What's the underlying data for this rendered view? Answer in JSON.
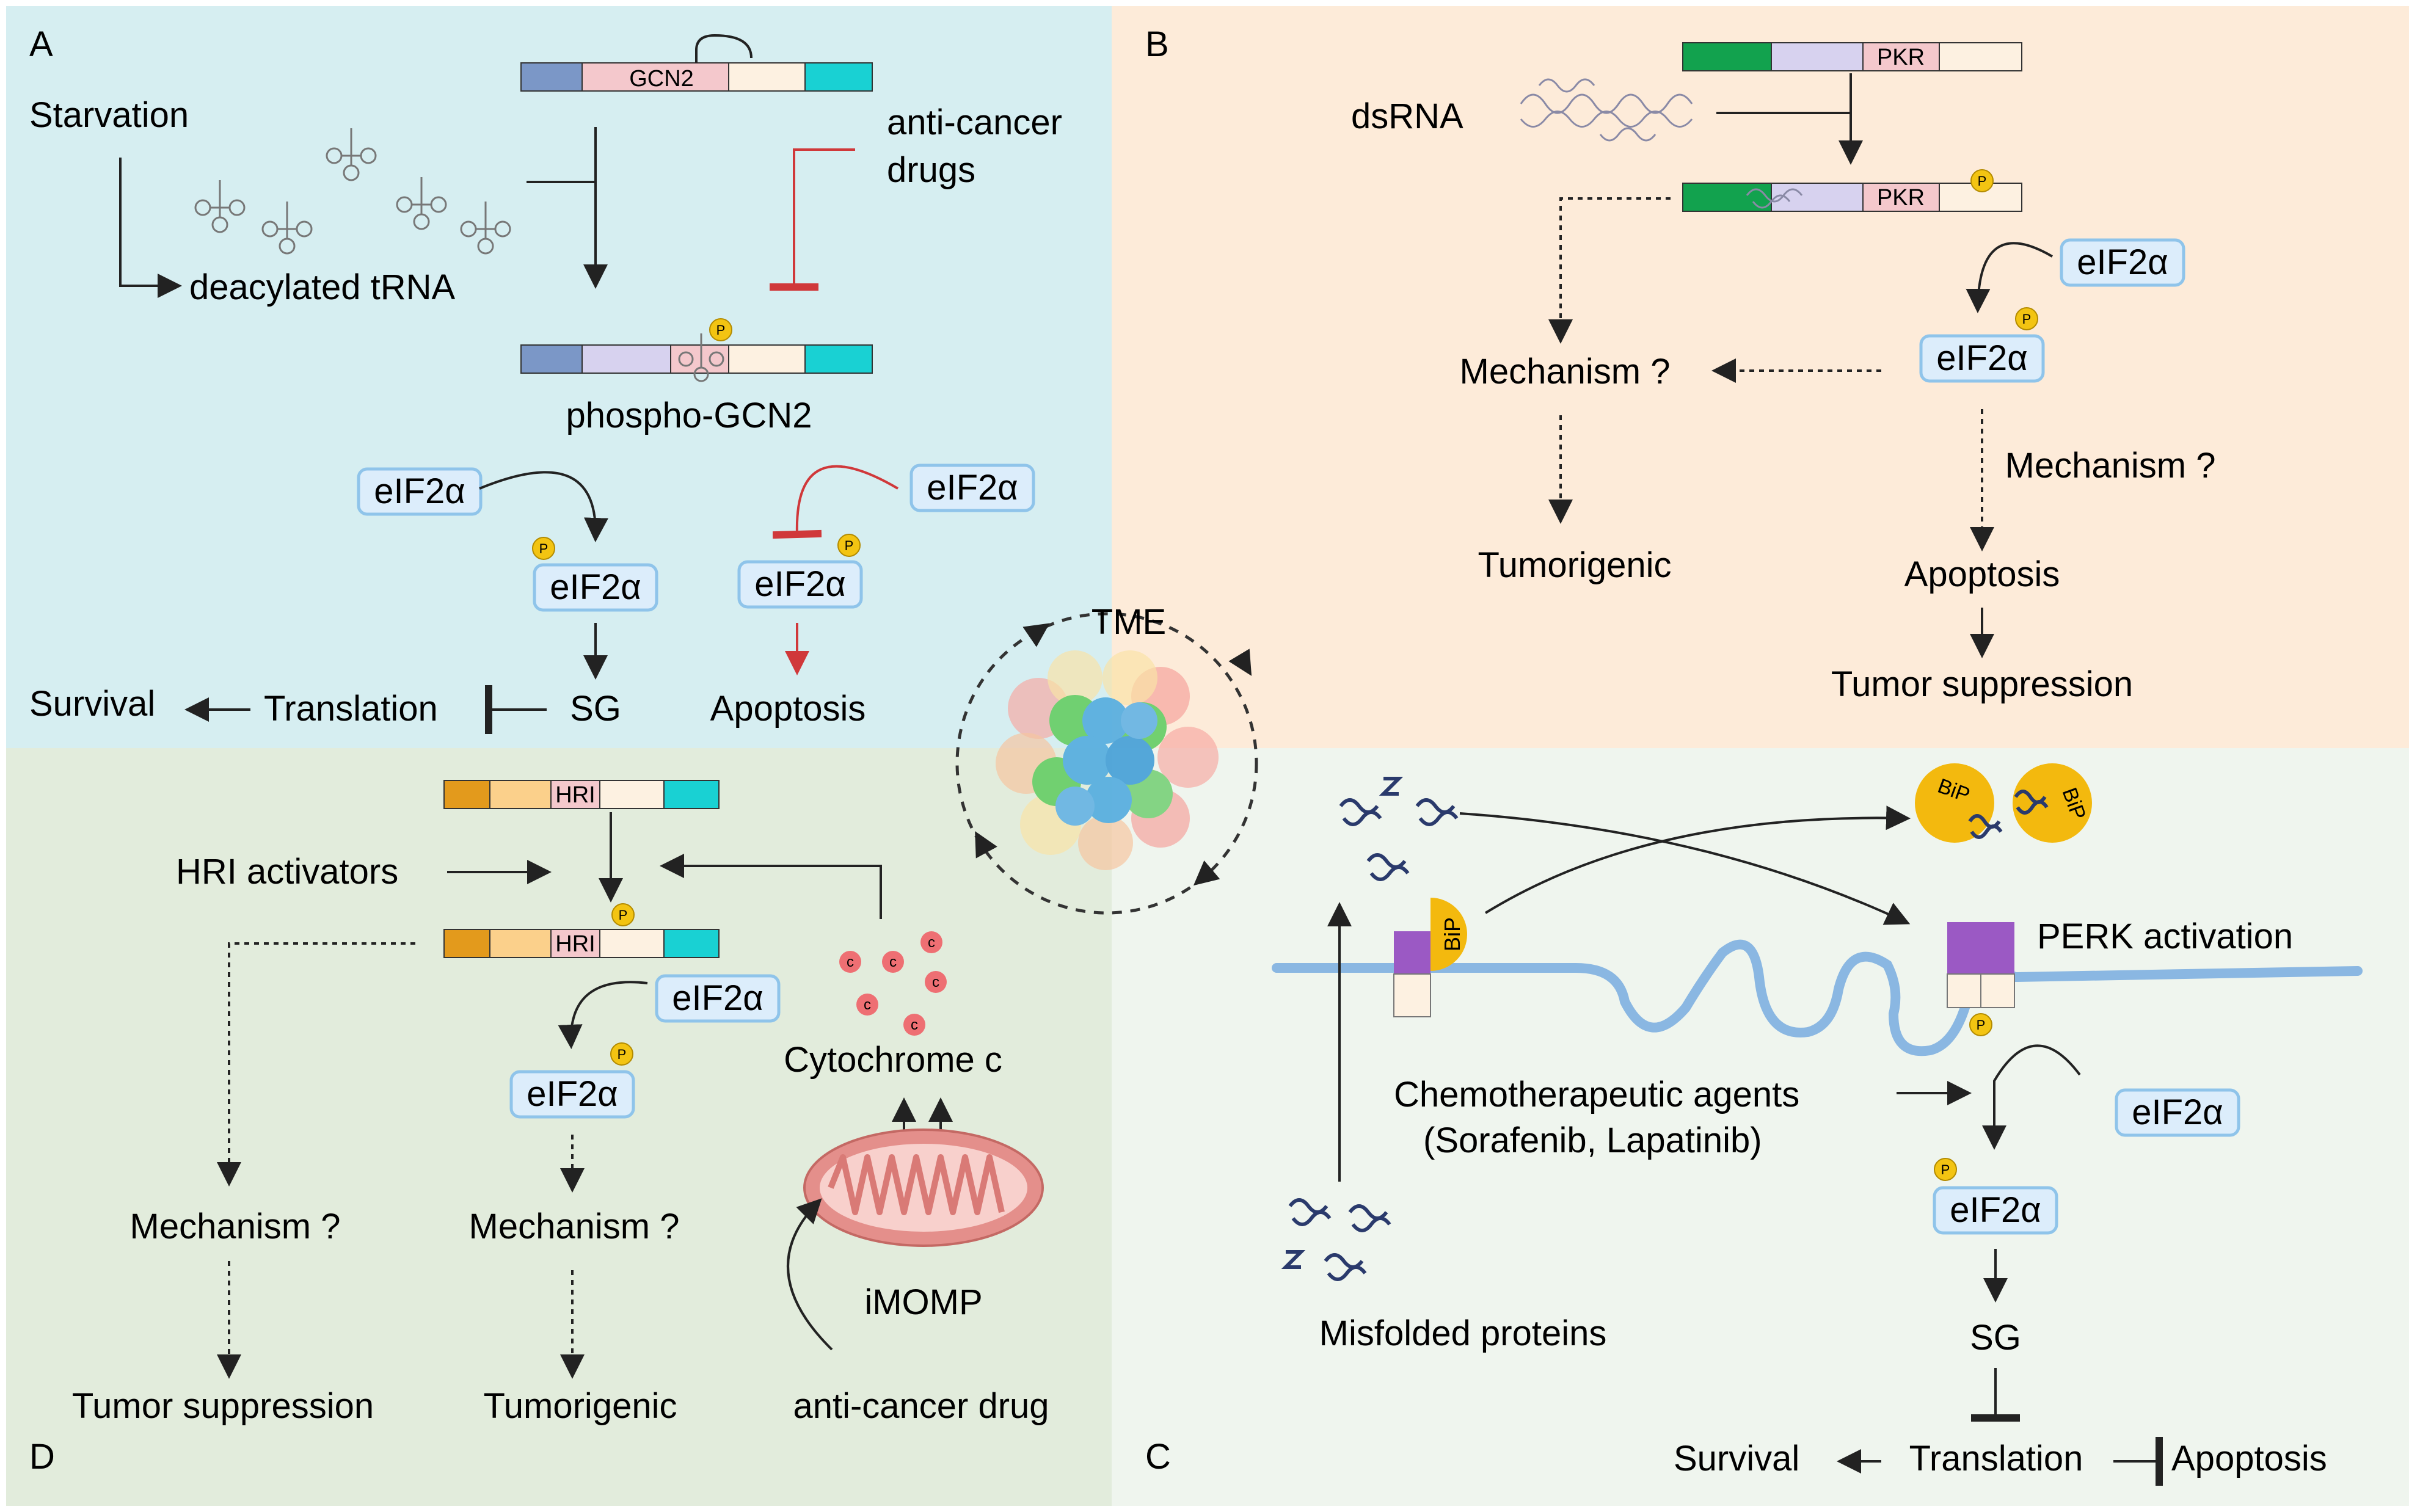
{
  "panels": {
    "a": {
      "letter": "A",
      "starvation": "Starvation",
      "gene": "GCN2",
      "drugs_line1": "anti-cancer",
      "drugs_line2": "drugs",
      "trna": "deacylated tRNA",
      "phospho": "phospho-GCN2",
      "eif2a": "eIF2α",
      "sg": "SG",
      "translation": "Translation",
      "survival": "Survival",
      "apoptosis": "Apoptosis",
      "p": "P"
    },
    "b": {
      "letter": "B",
      "dsrna": "dsRNA",
      "gene": "PKR",
      "eif2a": "eIF2α",
      "mechanism": "Mechanism ?",
      "tumorigenic": "Tumorigenic",
      "apoptosis": "Apoptosis",
      "suppression": "Tumor suppression",
      "p": "P"
    },
    "c": {
      "letter": "C",
      "bip": "BiP",
      "perk": "PERK activation",
      "chemo_line1": "Chemotherapeutic agents",
      "chemo_line2": "(Sorafenib, Lapatinib)",
      "eif2a": "eIF2α",
      "misfolded": "Misfolded proteins",
      "sg": "SG",
      "survival": "Survival",
      "translation": "Translation",
      "apoptosis": "Apoptosis",
      "p": "P"
    },
    "d": {
      "letter": "D",
      "gene": "HRI",
      "activators": "HRI activators",
      "eif2a": "eIF2α",
      "cytochrome": "Cytochrome c",
      "c_glyph": "c",
      "mechanism": "Mechanism ?",
      "suppression": "Tumor suppression",
      "tumorigenic": "Tumorigenic",
      "imomp": "iMOMP",
      "drug": "anti-cancer drug",
      "p": "P"
    },
    "center": {
      "tme": "TME"
    }
  },
  "colors": {
    "panel_a": "#d6eef1",
    "panel_b": "#fdebd9",
    "panel_c": "#eff5ee",
    "panel_d": "#e2ecdc",
    "inhibit_red": "#d0383a",
    "eif2a_fill": "#dcedfb",
    "eif2a_border": "#8fc4ea",
    "phospho_yellow": "#f3c412",
    "bip_yellow": "#f3b90e",
    "perk_purple": "#9b59c4",
    "membrane_blue": "#8ab7e2",
    "mito_red": "#e48f8b",
    "cyto_red": "#ee6f73"
  }
}
